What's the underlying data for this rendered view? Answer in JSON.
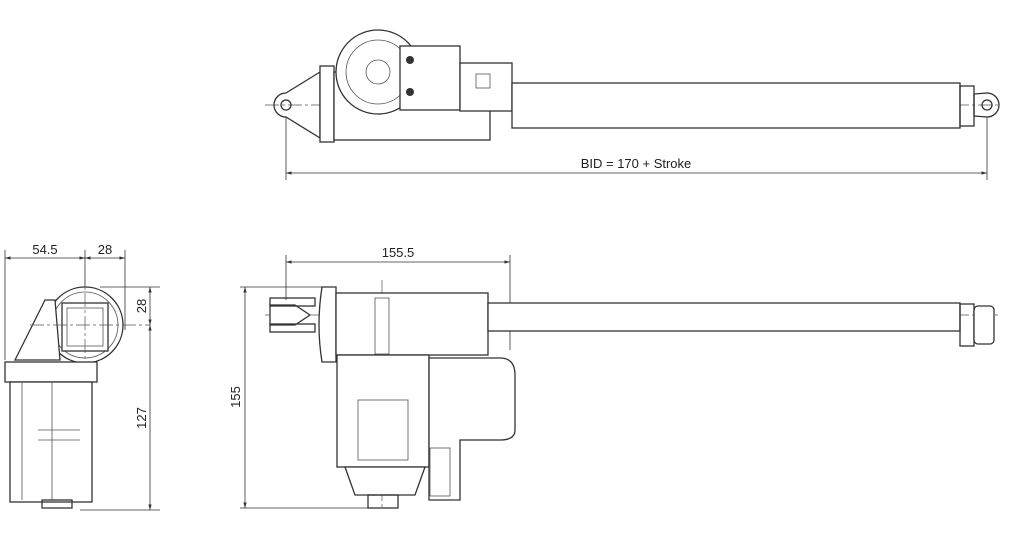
{
  "drawing": {
    "top_view": {
      "overall_length_label": "BID = 170 + Stroke"
    },
    "side_view": {
      "length_label": "155.5",
      "height_label": "155"
    },
    "end_view": {
      "width_left_label": "54.5",
      "width_right_label": "28",
      "top_offset_label": "28",
      "height_label": "127"
    }
  }
}
